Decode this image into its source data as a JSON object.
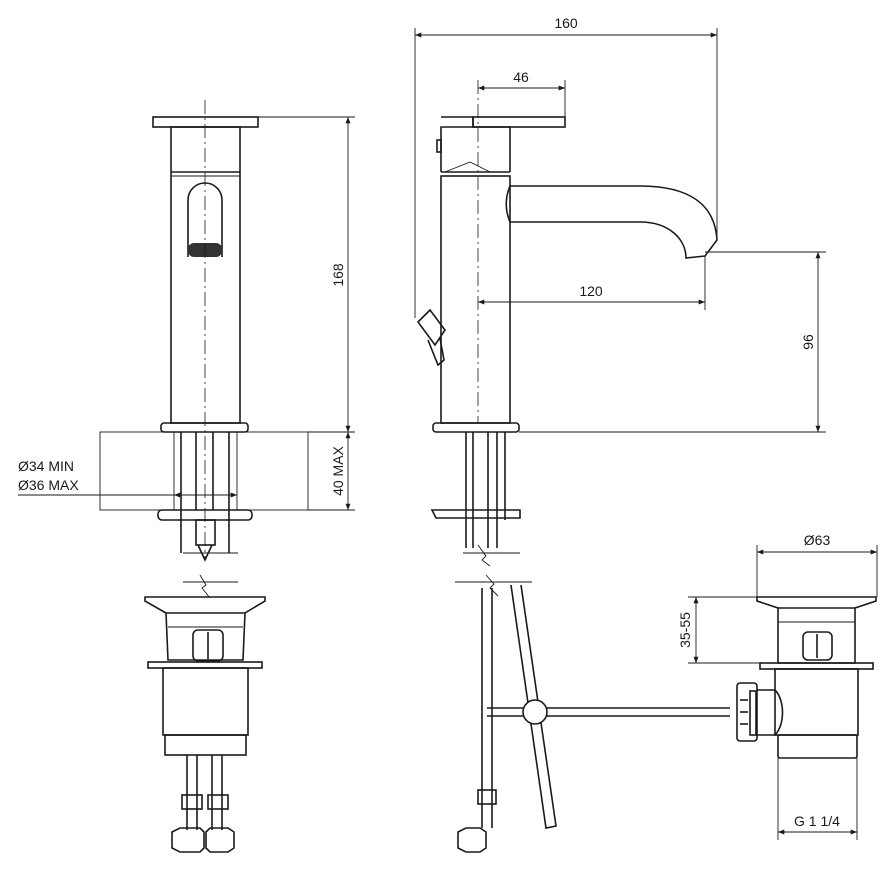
{
  "dimensions": {
    "overall_width": "160",
    "handle_offset": "46",
    "height": "168",
    "spout_reach": "120",
    "spout_height": "96",
    "hole_min": "Ø34 MIN",
    "hole_max": "Ø36 MAX",
    "counter_thickness": "40 MAX",
    "waste_diameter": "Ø63",
    "waste_lift": "35-55",
    "waste_thread": "G 1 1/4"
  },
  "colors": {
    "line": "#1a1a1a",
    "background": "#ffffff"
  }
}
